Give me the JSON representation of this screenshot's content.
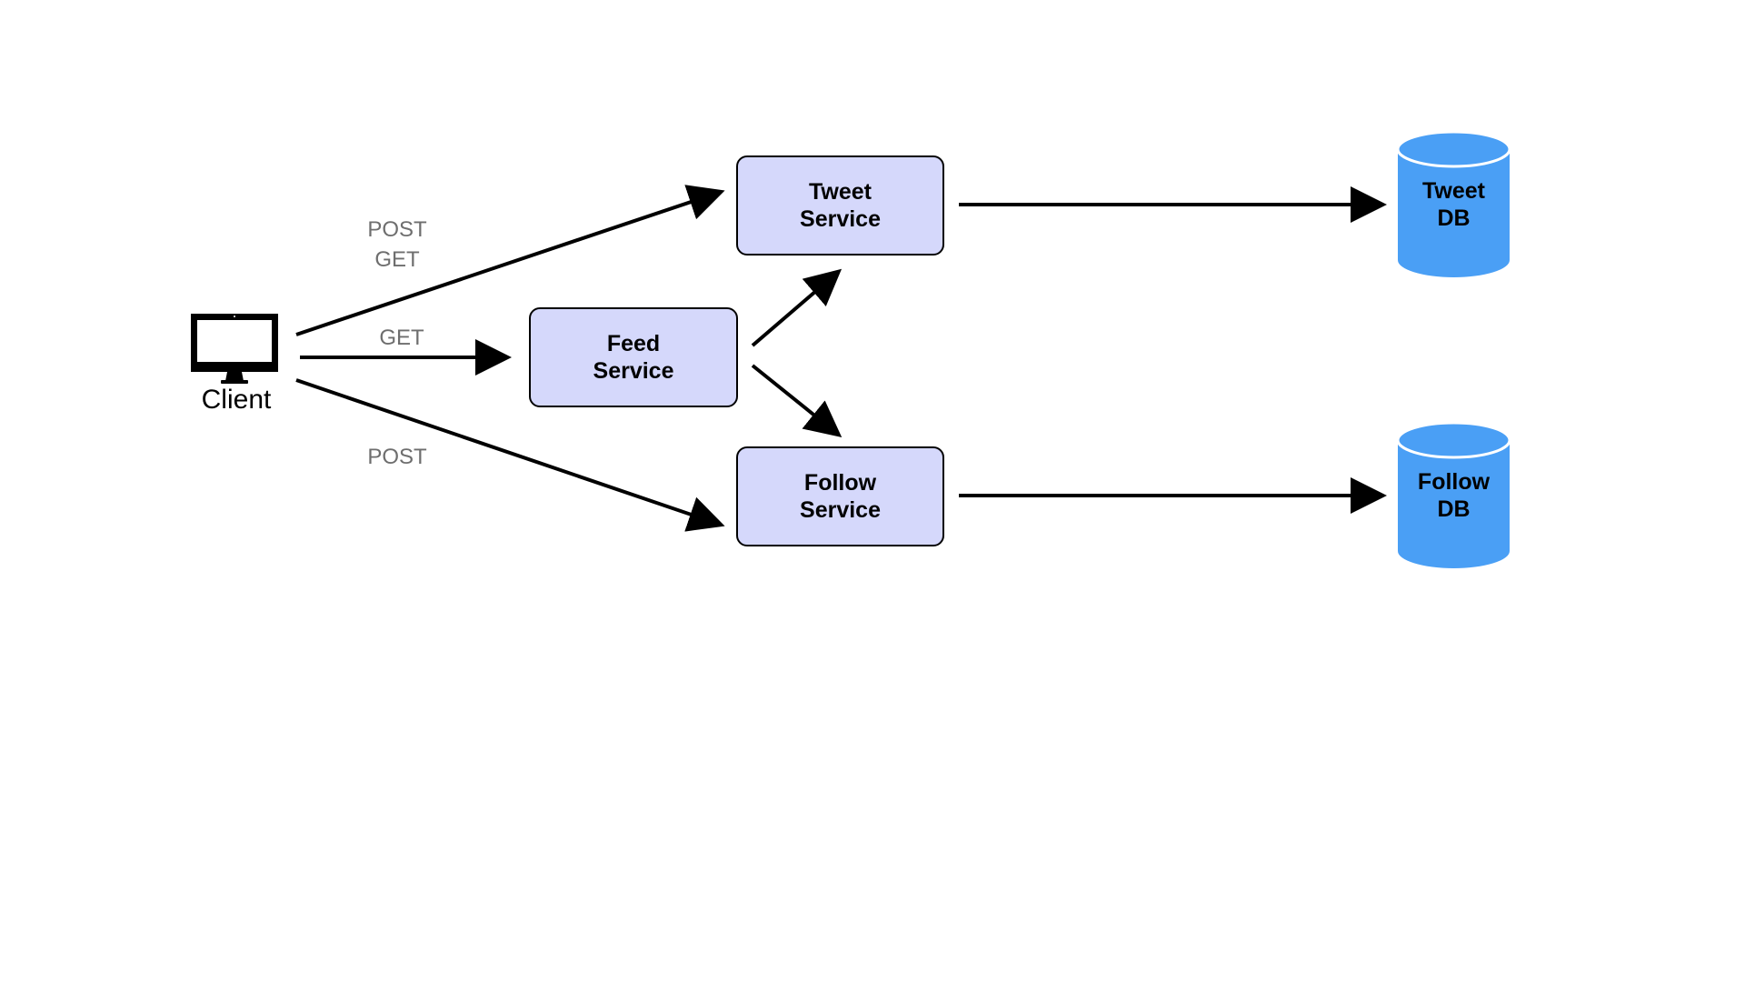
{
  "client": {
    "label": "Client",
    "icon": "monitor-icon"
  },
  "services": {
    "tweet": "Tweet\nService",
    "feed": "Feed\nService",
    "follow": "Follow\nService"
  },
  "databases": {
    "tweet": "Tweet\nDB",
    "follow": "Follow\nDB"
  },
  "edges": {
    "client_to_tweet": "POST\nGET",
    "client_to_feed": "GET",
    "client_to_follow": "POST"
  },
  "colors": {
    "service_fill": "#d5d8fb",
    "db_fill": "#4a9ff5",
    "edge_label": "#6e6e6e",
    "stroke": "#000000"
  }
}
